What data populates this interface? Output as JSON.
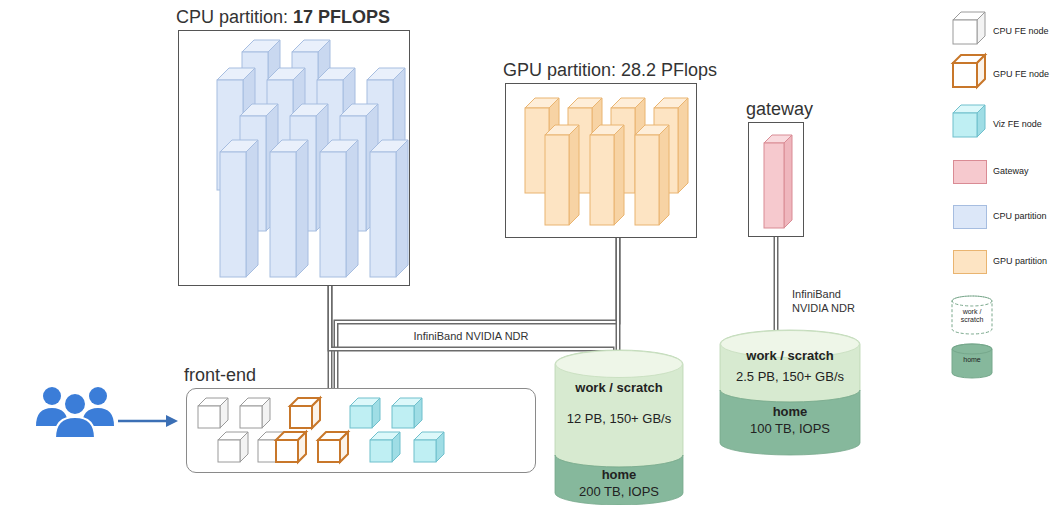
{
  "diagram": {
    "nodes": [
      {
        "text": [
          "CPU partition:",
          "17 PFLOPS"
        ]
      },
      {
        "text": [
          "GPU partition: 28.2 PFlops"
        ]
      },
      {
        "text": [
          "gateway"
        ]
      },
      {
        "text": [
          "front-end"
        ]
      },
      {
        "text": [
          "work / scratch",
          "12 PB, 150+ GB/s"
        ]
      },
      {
        "text": [
          "home",
          "200 TB, IOPS"
        ]
      },
      {
        "text": [
          "work / scratch",
          "2.5 PB, 150+ GB/s"
        ]
      },
      {
        "text": [
          "home",
          "100 TB, IOPS"
        ]
      }
    ],
    "edges": [
      {
        "from": 0,
        "to": 3,
        "arrow": "none"
      },
      {
        "from": 1,
        "to": 3,
        "arrow": "none"
      },
      {
        "from": 0,
        "to": 4,
        "arrow": "none",
        "label": "InfiniBand NVIDIA NDR"
      },
      {
        "from": 1,
        "to": 4,
        "arrow": "none"
      },
      {
        "from": 2,
        "to": 6,
        "arrow": "none",
        "label": "InfiniBand NVIDIA NDR"
      }
    ],
    "legend": [
      {
        "text": "CPU FE node"
      },
      {
        "text": "GPU FE node"
      },
      {
        "text": "Viz FE node"
      },
      {
        "text": "Gateway",
        "color": "#f6c9ce"
      },
      {
        "text": "CPU partition",
        "color": "#dce7f8"
      },
      {
        "text": "GPU partition",
        "color": "#fde4c3"
      },
      {
        "text": "work / scratch"
      },
      {
        "text": "home"
      }
    ]
  }
}
